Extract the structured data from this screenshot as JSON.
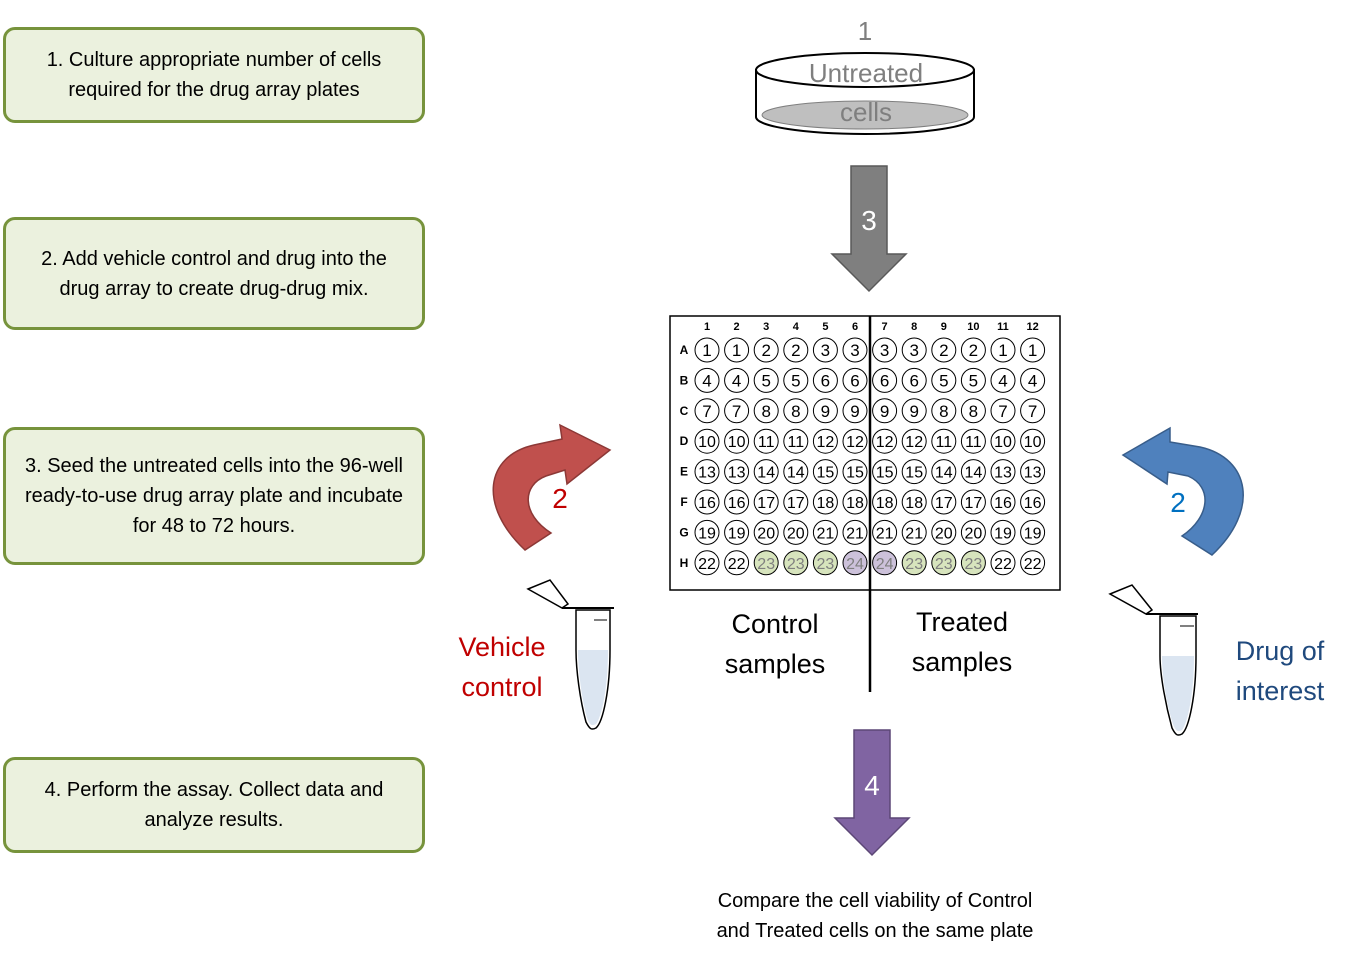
{
  "steps": [
    "1. Culture appropriate number of cells required for the drug array plates",
    "2. Add vehicle control and drug into the drug array to create drug-drug mix.",
    "3. Seed the untreated cells into the 96-well ready-to-use drug array plate and incubate for 48 to 72 hours.",
    "4. Perform the assay. Collect data and analyze results."
  ],
  "dish": {
    "number": "1",
    "line1": "Untreated",
    "line2": "cells"
  },
  "arrow_seed": {
    "number": "3"
  },
  "arrow_assay": {
    "number": "4"
  },
  "vehicle": {
    "number": "2",
    "line1": "Vehicle",
    "line2": "control"
  },
  "drug": {
    "number": "2",
    "line1": "Drug of",
    "line2": "interest"
  },
  "plate": {
    "columns": [
      "1",
      "2",
      "3",
      "4",
      "5",
      "6",
      "7",
      "8",
      "9",
      "10",
      "11",
      "12"
    ],
    "rows": [
      {
        "label": "A",
        "wells": [
          "1",
          "1",
          "2",
          "2",
          "3",
          "3",
          "3",
          "3",
          "2",
          "2",
          "1",
          "1"
        ]
      },
      {
        "label": "B",
        "wells": [
          "4",
          "4",
          "5",
          "5",
          "6",
          "6",
          "6",
          "6",
          "5",
          "5",
          "4",
          "4"
        ]
      },
      {
        "label": "C",
        "wells": [
          "7",
          "7",
          "8",
          "8",
          "9",
          "9",
          "9",
          "9",
          "8",
          "8",
          "7",
          "7"
        ]
      },
      {
        "label": "D",
        "wells": [
          "10",
          "10",
          "11",
          "11",
          "12",
          "12",
          "12",
          "12",
          "11",
          "11",
          "10",
          "10"
        ]
      },
      {
        "label": "E",
        "wells": [
          "13",
          "13",
          "14",
          "14",
          "15",
          "15",
          "15",
          "15",
          "14",
          "14",
          "13",
          "13"
        ]
      },
      {
        "label": "F",
        "wells": [
          "16",
          "16",
          "17",
          "17",
          "18",
          "18",
          "18",
          "18",
          "17",
          "17",
          "16",
          "16"
        ]
      },
      {
        "label": "G",
        "wells": [
          "19",
          "19",
          "20",
          "20",
          "21",
          "21",
          "21",
          "21",
          "20",
          "20",
          "19",
          "19"
        ]
      },
      {
        "label": "H",
        "wells": [
          "22",
          "22",
          "23",
          "23",
          "23",
          "24",
          "24",
          "23",
          "23",
          "23",
          "22",
          "22"
        ]
      }
    ]
  },
  "well_colors": {
    "23": "#d7e4bd",
    "24": "#ccc1da"
  },
  "control_label": {
    "line1": "Control",
    "line2": "samples"
  },
  "treated_label": {
    "line1": "Treated",
    "line2": "samples"
  },
  "conclusion": {
    "line1": "Compare the cell viability of Control",
    "line2": "and Treated cells on the same plate"
  },
  "colors": {
    "box_fill": "#ebf1de",
    "box_border": "#77933c",
    "vehicle": "#c00000",
    "drug": "#0070c0",
    "drug_label": "#1f497d",
    "seed_arrow": "#7f7f7f",
    "assay_arrow": "#8064a2",
    "red_arrow": "#c0504d",
    "blue_arrow": "#4f81bd"
  }
}
